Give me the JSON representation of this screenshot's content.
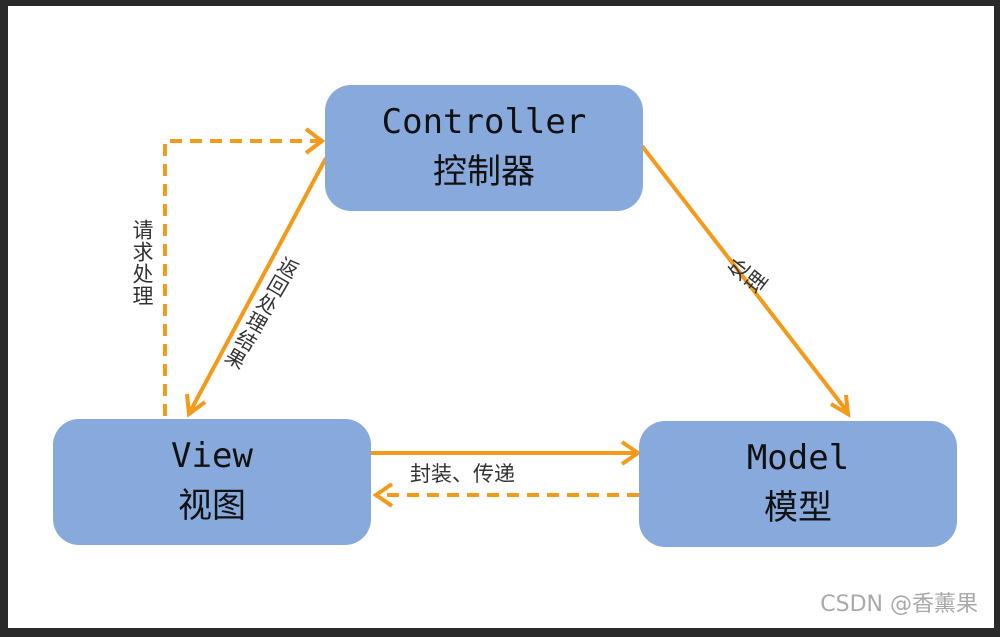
{
  "nodes": {
    "controller": {
      "en": "Controller",
      "zh": "控制器"
    },
    "view": {
      "en": "View",
      "zh": "视图"
    },
    "model": {
      "en": "Model",
      "zh": "模型"
    }
  },
  "edges": {
    "request_label": "请求处理",
    "return_label": "返回处理结果",
    "process_label": "处理",
    "wrap_label": "封装、传递"
  },
  "watermark": "CSDN @香薰果",
  "colors": {
    "node_fill": "#88a9dc",
    "arrow": "#f39a1a"
  }
}
